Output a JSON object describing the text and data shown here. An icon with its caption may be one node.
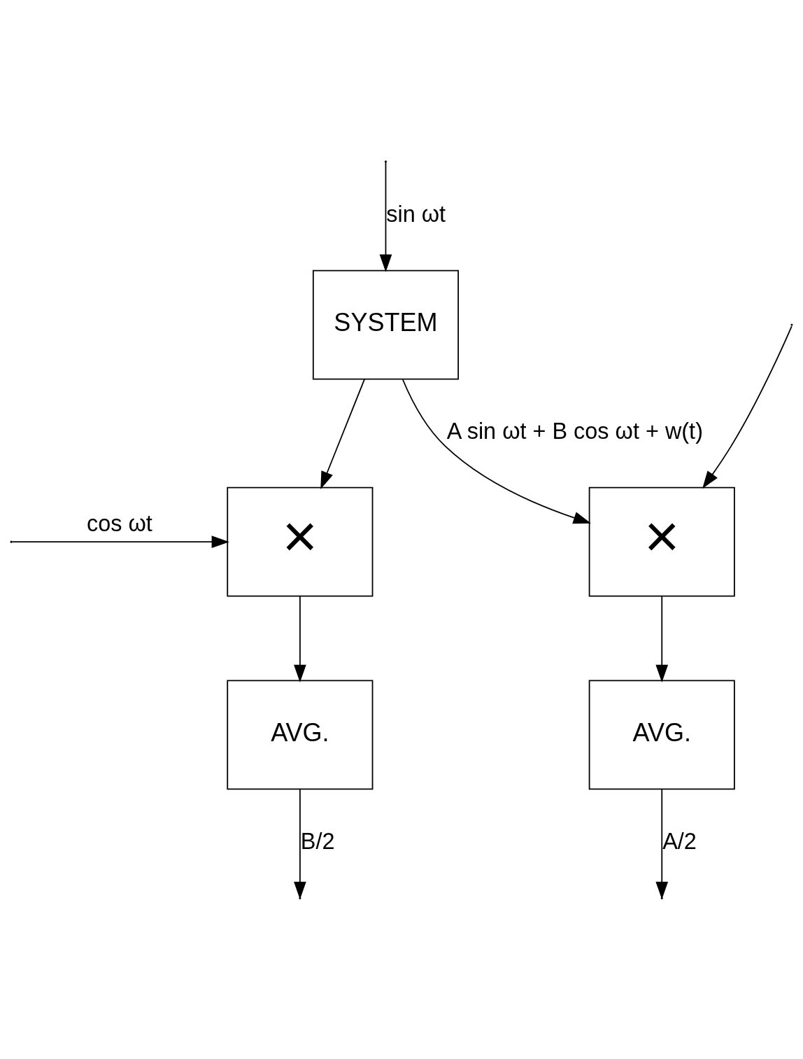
{
  "diagram": {
    "nodes": [
      {
        "text": [
          "SYSTEM"
        ]
      },
      {
        "text": [
          "×"
        ]
      },
      {
        "text": [
          "×"
        ]
      },
      {
        "text": [
          "AVG."
        ]
      },
      {
        "text": [
          "AVG."
        ]
      }
    ],
    "edges": [
      {
        "from": null,
        "to": 0,
        "arrow": "to",
        "label": "sin ωt"
      },
      {
        "from": null,
        "to": 2,
        "arrow": "to"
      },
      {
        "from": 0,
        "to": 2,
        "arrow": "to",
        "label": "A sin ωt + B cos ωt + w(t)"
      },
      {
        "from": 0,
        "to": 1,
        "arrow": "to"
      },
      {
        "from": null,
        "to": 1,
        "arrow": "to",
        "label": "cos ωt"
      },
      {
        "from": 1,
        "to": 3,
        "arrow": "to"
      },
      {
        "from": 2,
        "to": 4,
        "arrow": "to"
      },
      {
        "from": 3,
        "to": null,
        "arrow": "to",
        "label": "B/2"
      },
      {
        "from": 4,
        "to": null,
        "arrow": "to",
        "label": "A/2"
      }
    ]
  }
}
